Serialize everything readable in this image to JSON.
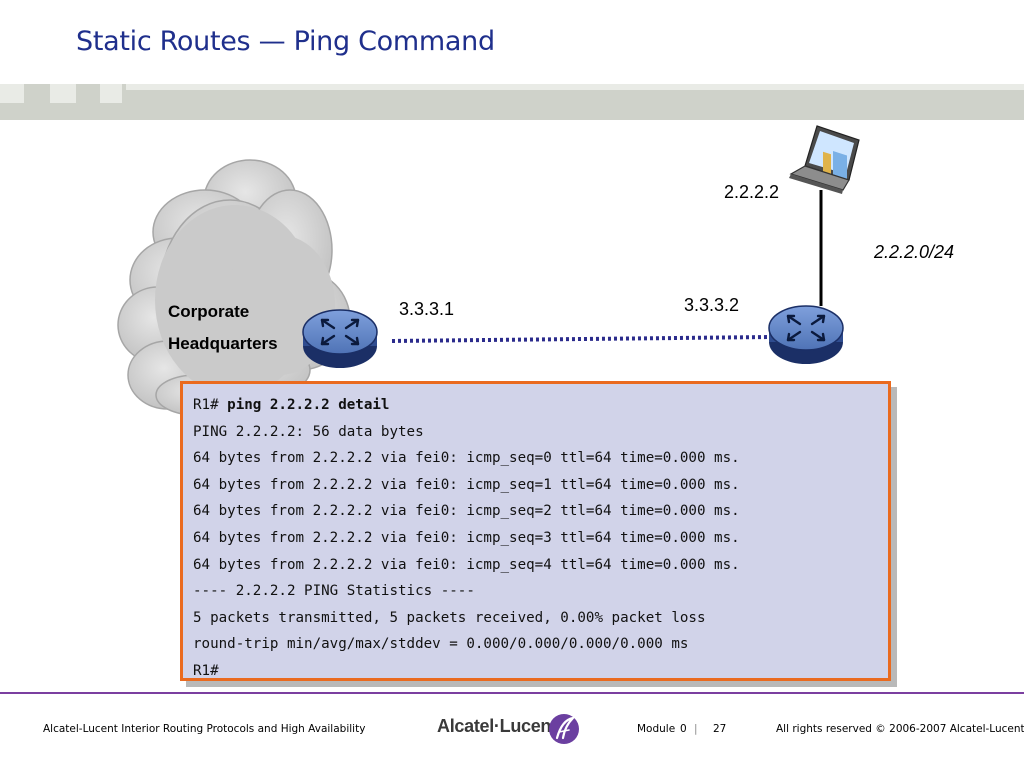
{
  "slide": {
    "title": "Static Routes — Ping Command"
  },
  "diagram": {
    "hq_label_line1": "Corporate",
    "hq_label_line2": "Headquarters",
    "link_left_ip": "3.3.3.1",
    "link_right_ip": "3.3.3.2",
    "host_ip": "2.2.2.2",
    "host_network": "2.2.2.0/24"
  },
  "terminal": {
    "prompt": "R1# ",
    "command": "ping 2.2.2.2 detail",
    "lines": [
      "PING 2.2.2.2: 56 data bytes",
      "64 bytes from 2.2.2.2 via fei0: icmp_seq=0 ttl=64 time=0.000 ms.",
      "64 bytes from 2.2.2.2 via fei0: icmp_seq=1 ttl=64 time=0.000 ms.",
      "64 bytes from 2.2.2.2 via fei0: icmp_seq=2 ttl=64 time=0.000 ms.",
      "64 bytes from 2.2.2.2 via fei0: icmp_seq=3 ttl=64 time=0.000 ms.",
      "64 bytes from 2.2.2.2 via fei0: icmp_seq=4 ttl=64 time=0.000 ms.",
      "---- 2.2.2.2 PING Statistics ----",
      "5 packets transmitted, 5 packets received, 0.00% packet loss",
      "round-trip min/avg/max/stddev = 0.000/0.000/0.000/0.000 ms",
      "R1#"
    ]
  },
  "footer": {
    "course": "Alcatel-Lucent Interior Routing Protocols and High Availability",
    "brand": "Alcatel·Lucent",
    "module_label": "Module",
    "module_number": "0",
    "separator": "|",
    "page_number": "27",
    "copyright": "All rights reserved © 2006-2007 Alcatel-Lucent"
  },
  "colors": {
    "title": "#1f2f8c",
    "terminal_bg": "#d1d3e9",
    "terminal_border": "#ea6a1f",
    "link_dotted": "#2b2b8c",
    "router_blue": "#5b7fc0",
    "footer_rule": "#7b3fa0",
    "cloud": "#c7c7c7"
  },
  "icons": [
    "cloud-icon",
    "router-icon",
    "laptop-icon",
    "alcatel-lucent-logo-icon"
  ]
}
